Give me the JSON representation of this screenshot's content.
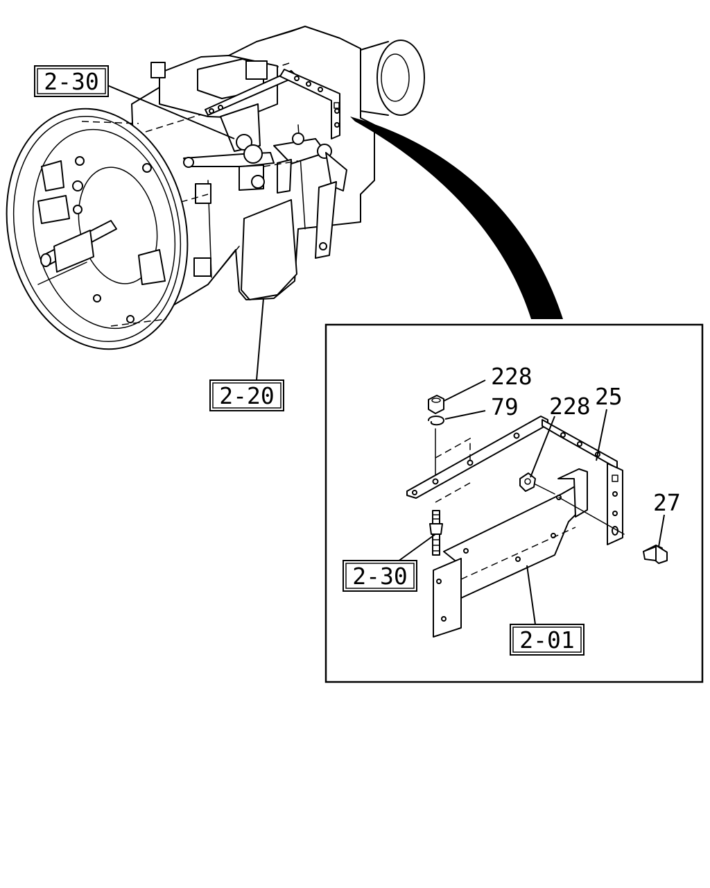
{
  "refs": {
    "ref_2_30_top": "2-30",
    "ref_2_20": "2-20",
    "ref_2_30_detail": "2-30",
    "ref_2_01": "2-01"
  },
  "parts": {
    "nut_228_top": "228",
    "washer_79": "79",
    "nut_228_side": "228",
    "bracket_25": "25",
    "bolt_27": "27"
  }
}
